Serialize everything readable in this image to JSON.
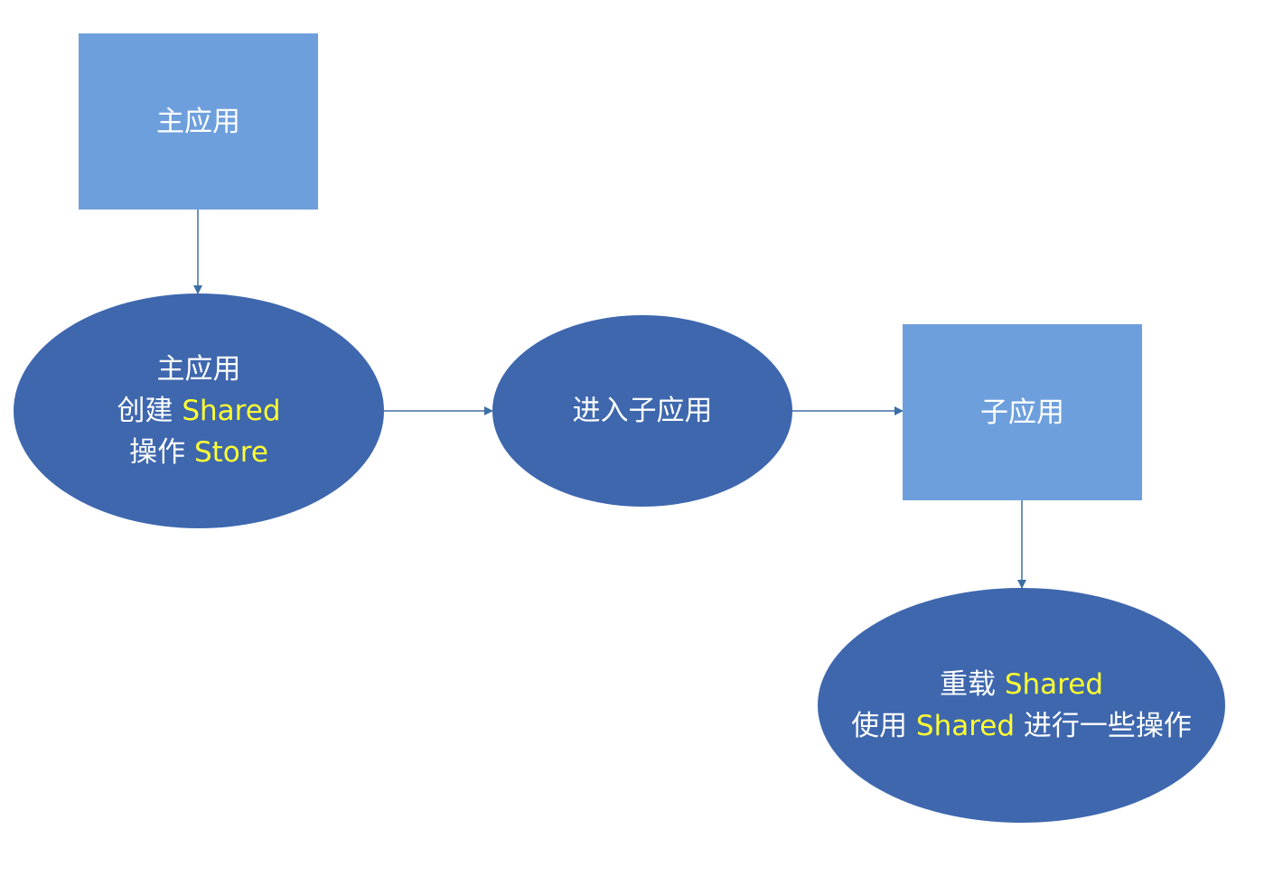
{
  "nodes": {
    "main_app": {
      "label": "主应用"
    },
    "create_shared": {
      "line1": "主应用",
      "line2_prefix": "创建 ",
      "line2_highlight": "Shared",
      "line3_prefix": "操作 ",
      "line3_highlight": "Store"
    },
    "enter_sub_app": {
      "label": "进入子应用"
    },
    "sub_app": {
      "label": "子应用"
    },
    "reload_shared": {
      "line1_prefix": "重载 ",
      "line1_highlight": "Shared",
      "line2_prefix": "使用 ",
      "line2_highlight": "Shared",
      "line2_suffix": " 进行一些操作"
    }
  },
  "colors": {
    "rect_fill": "#6e9fdd",
    "ellipse_fill": "#3e67ae",
    "highlight_text": "#ffff33",
    "text": "#ffffff",
    "connector": "#3d6fa5"
  }
}
